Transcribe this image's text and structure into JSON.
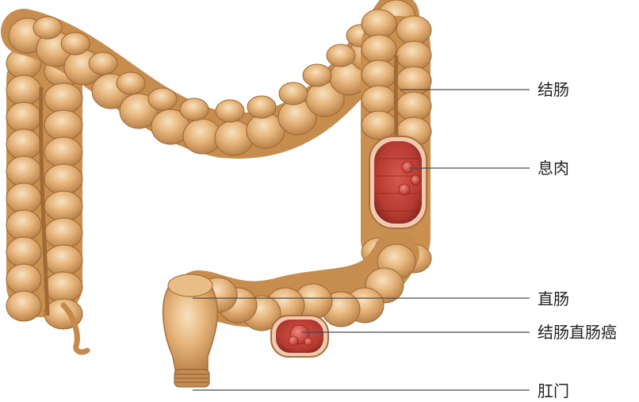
{
  "labels": {
    "colon": "结肠",
    "polyp": "息肉",
    "rectum": "直肠",
    "colorectal_cancer": "结肠直肠癌",
    "anus": "肛门"
  },
  "colors": {
    "bowel_light": "#f2d2a2",
    "bowel_mid": "#d9a468",
    "bowel_dark": "#a8703a",
    "bowel_outline": "#8a5a2c",
    "mucosa": "#c9463a",
    "mucosa_dark": "#8e2520",
    "tumor": "#d8584e",
    "leader_line": "#4a4a4a",
    "text": "#222222"
  }
}
